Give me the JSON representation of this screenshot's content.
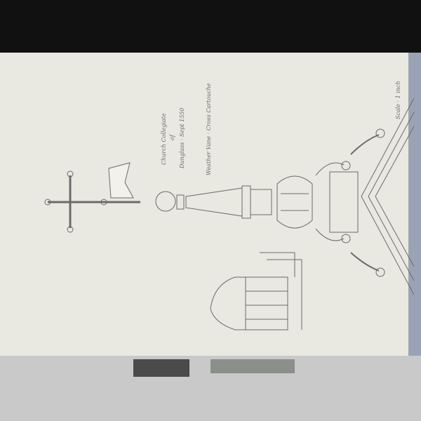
{
  "drawing": {
    "notes": [
      "Church Collegiate",
      "of",
      "Dunglass · Sept 1550",
      "Weather Vane · Cross Cartouche"
    ],
    "corner_note": "Scale · 1 inch",
    "colors": {
      "paper": "#e9e8e1",
      "ink": "#6b6b6b",
      "background": "#2a2a2a",
      "edge": "#9aa3b5"
    }
  }
}
